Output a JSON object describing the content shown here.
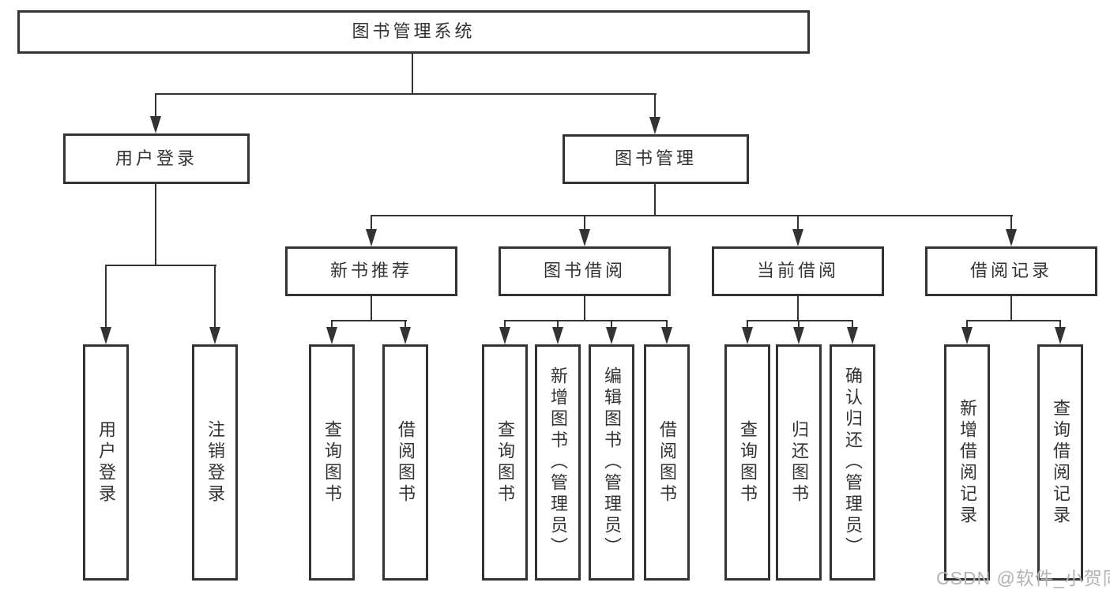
{
  "diagram": {
    "root": {
      "label": "图书管理系统"
    },
    "level2": [
      {
        "label": "用户登录"
      },
      {
        "label": "图书管理"
      }
    ],
    "level3": [
      {
        "label": "新书推荐"
      },
      {
        "label": "图书借阅"
      },
      {
        "label": "当前借阅"
      },
      {
        "label": "借阅记录"
      }
    ],
    "level4_groups": [
      {
        "parent": "用户登录",
        "items": [
          "用户登录",
          "注销登录"
        ]
      },
      {
        "parent": "新书推荐",
        "items": [
          "查询图书",
          "借阅图书"
        ]
      },
      {
        "parent": "图书借阅",
        "items": [
          "查询图书",
          "新增图书（管理员）",
          "编辑图书（管理员）",
          "借阅图书"
        ]
      },
      {
        "parent": "当前借阅",
        "items": [
          "查询图书",
          "归还图书",
          "确认归还（管理员）"
        ]
      },
      {
        "parent": "借阅记录",
        "items": [
          "新增借阅记录",
          "查询借阅记录"
        ]
      }
    ]
  },
  "watermark": {
    "label": "CSDN @软件_小贺同学"
  },
  "colors": {
    "line": "#333333",
    "text": "#333333",
    "watermark_text": "#b3b3b3"
  }
}
